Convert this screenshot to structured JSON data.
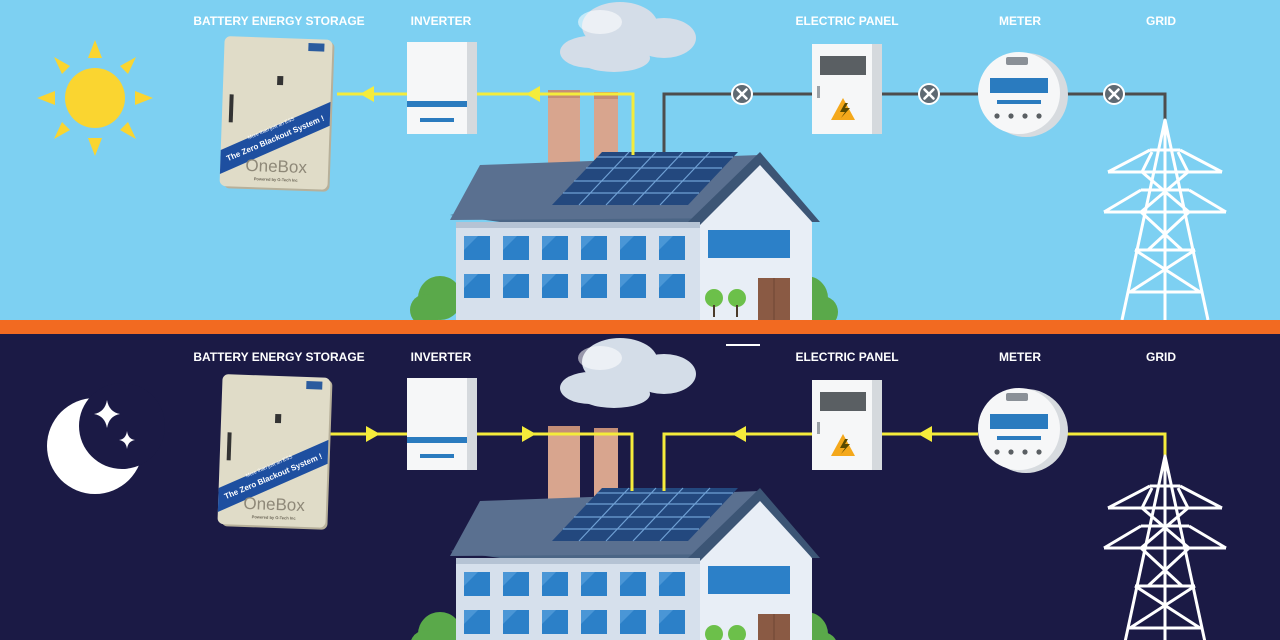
{
  "day": {
    "labels": {
      "battery": "BATTERY ENERGY STORAGE",
      "inverter": "INVERTER",
      "panel": "ELECTRIC PANEL",
      "meter": "METER",
      "grid": "GRID"
    },
    "battery_brand": "OneBox",
    "battery_banner_small": "More than just an ESS",
    "battery_banner_main": "The Zero Blackout System !",
    "battery_powered": "Powered by O-Tech Inc",
    "icon": "sun-icon",
    "background": "#7dd0f2"
  },
  "night": {
    "labels": {
      "battery": "BATTERY ENERGY STORAGE",
      "inverter": "INVERTER",
      "panel": "ELECTRIC PANEL",
      "meter": "METER",
      "grid": "GRID"
    },
    "battery_brand": "OneBox",
    "battery_banner_small": "More than just an ESS",
    "battery_banner_main": "The Zero Blackout System !",
    "battery_powered": "Powered by O-Tech Inc",
    "icon": "moon-icon",
    "background": "#1b1a45"
  },
  "colors": {
    "divider": "#f26a21",
    "power_line": "#f5ec3b",
    "grid_line": "#4d4d4d",
    "cut_marker": "#5f6a73"
  }
}
